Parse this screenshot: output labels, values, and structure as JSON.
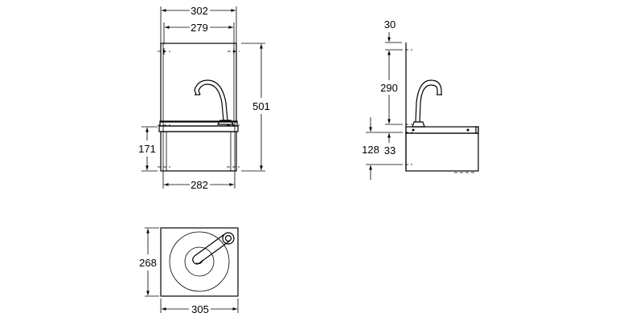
{
  "drawing": {
    "type": "technical dimension drawing",
    "subject": "wall-mounted hand wash basin with swan-neck tap",
    "units": "mm",
    "views": {
      "front": {
        "label": "front-view",
        "dimensions": {
          "overall_width": "302",
          "backplate_width": "279",
          "bowl_width": "282",
          "overall_height": "501",
          "bowl_height": "171"
        }
      },
      "side": {
        "label": "side-view",
        "dimensions": {
          "top_offset": "30",
          "upper_fixing_height": "290",
          "lower_offset": "33",
          "bowl_fixing_height": "128"
        }
      },
      "top": {
        "label": "top-view",
        "dimensions": {
          "depth": "268",
          "width": "305"
        }
      }
    }
  }
}
